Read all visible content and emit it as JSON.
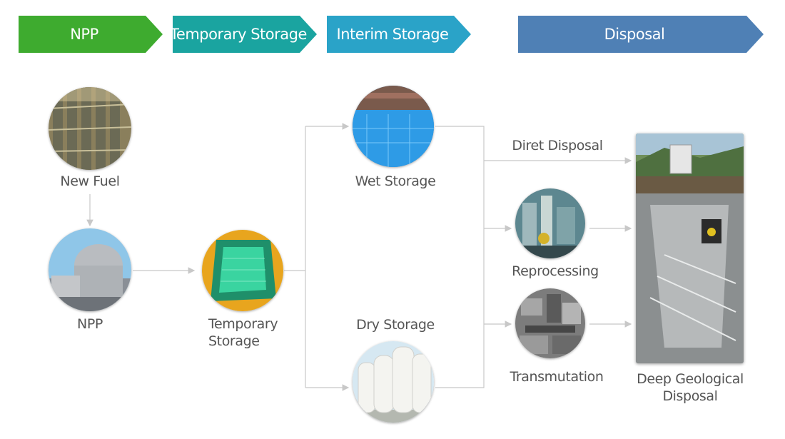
{
  "stages": [
    {
      "label": "NPP",
      "color": "#3eab2f"
    },
    {
      "label": "Temporary Storage",
      "color": "#1aa4a0"
    },
    {
      "label": "Interim Storage",
      "color": "#2aa3c8"
    },
    {
      "label": "Disposal",
      "color": "#4f80b5"
    }
  ],
  "nodes": {
    "new_fuel": "New Fuel",
    "npp": "NPP",
    "temporary_storage": "Temporary\nStorage",
    "wet_storage": "Wet Storage",
    "dry_storage": "Dry Storage",
    "reprocessing": "Reprocessing",
    "transmutation": "Transmutation",
    "deep_geological_disposal": "Deep Geological\nDisposal"
  },
  "edge_labels": {
    "direct_disposal": "Diret Disposal"
  },
  "connector_color": "#c8c8c8"
}
